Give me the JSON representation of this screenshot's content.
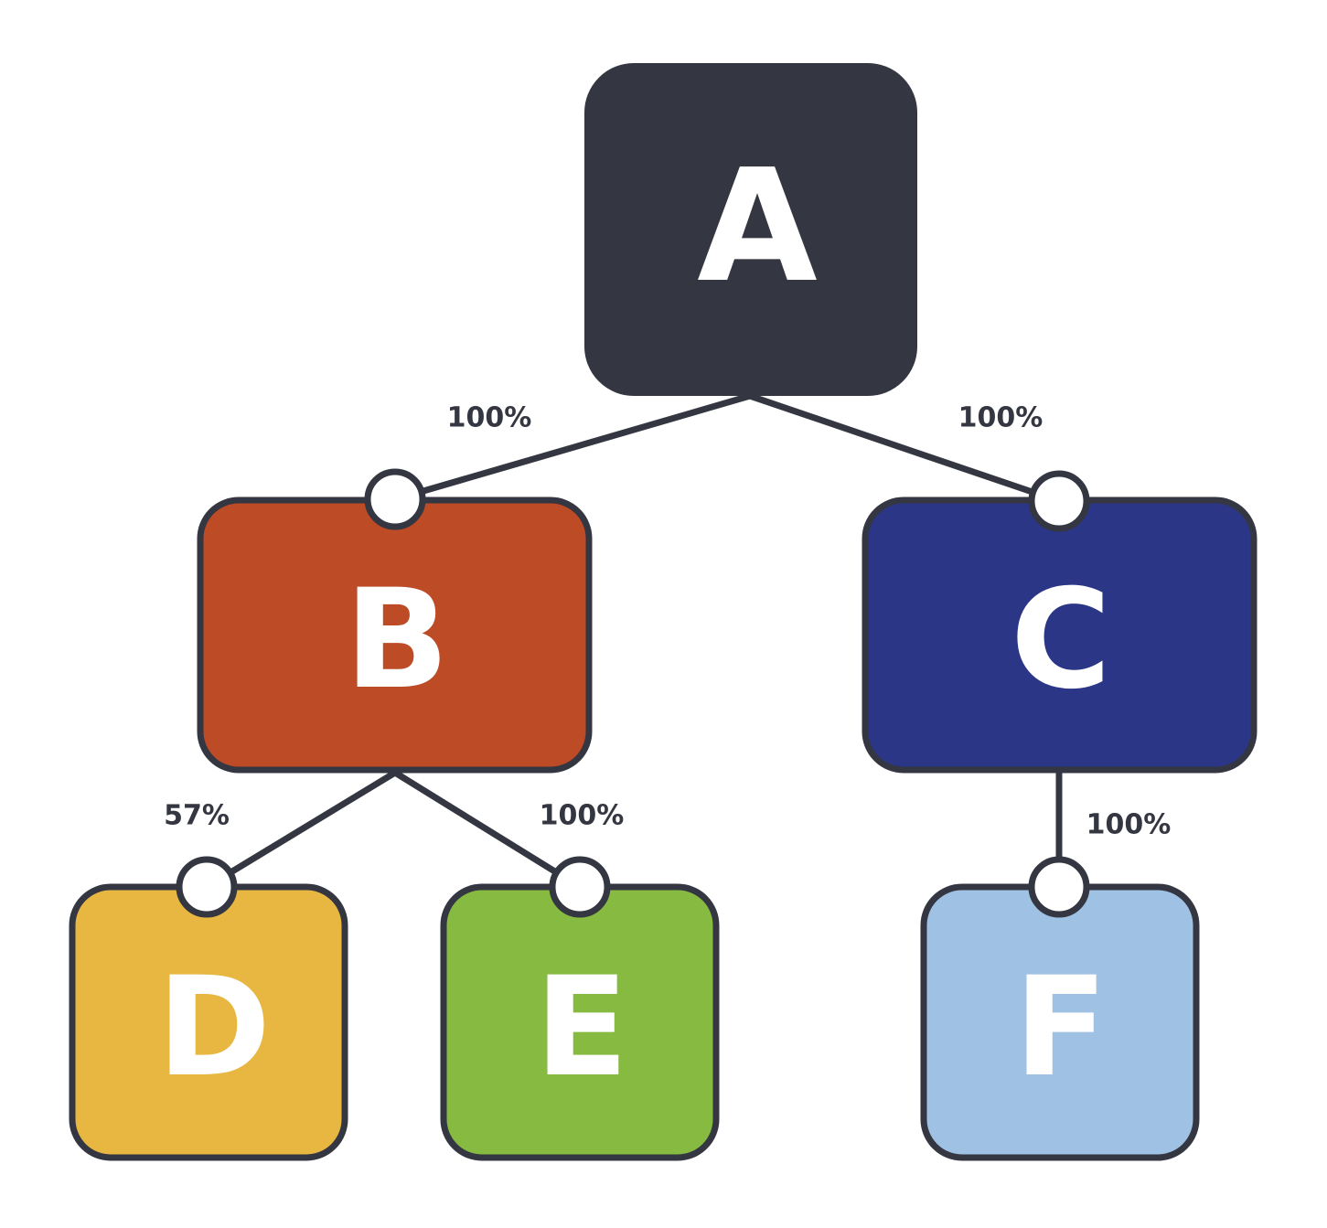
{
  "colors": {
    "outline": "#343741",
    "connector": "#343741",
    "port_fill": "#ffffff"
  },
  "nodes": [
    {
      "id": "A",
      "label": "A",
      "color": "#343741"
    },
    {
      "id": "B",
      "label": "B",
      "color": "#bc4b26"
    },
    {
      "id": "C",
      "label": "C",
      "color": "#2c3687"
    },
    {
      "id": "D",
      "label": "D",
      "color": "#e7b742"
    },
    {
      "id": "E",
      "label": "E",
      "color": "#87ba41"
    },
    {
      "id": "F",
      "label": "F",
      "color": "#9fc1e3"
    }
  ],
  "edges": [
    {
      "from": "A",
      "to": "B",
      "label": "100%"
    },
    {
      "from": "A",
      "to": "C",
      "label": "100%"
    },
    {
      "from": "B",
      "to": "D",
      "label": "57%"
    },
    {
      "from": "B",
      "to": "E",
      "label": "100%"
    },
    {
      "from": "C",
      "to": "F",
      "label": "100%"
    }
  ]
}
